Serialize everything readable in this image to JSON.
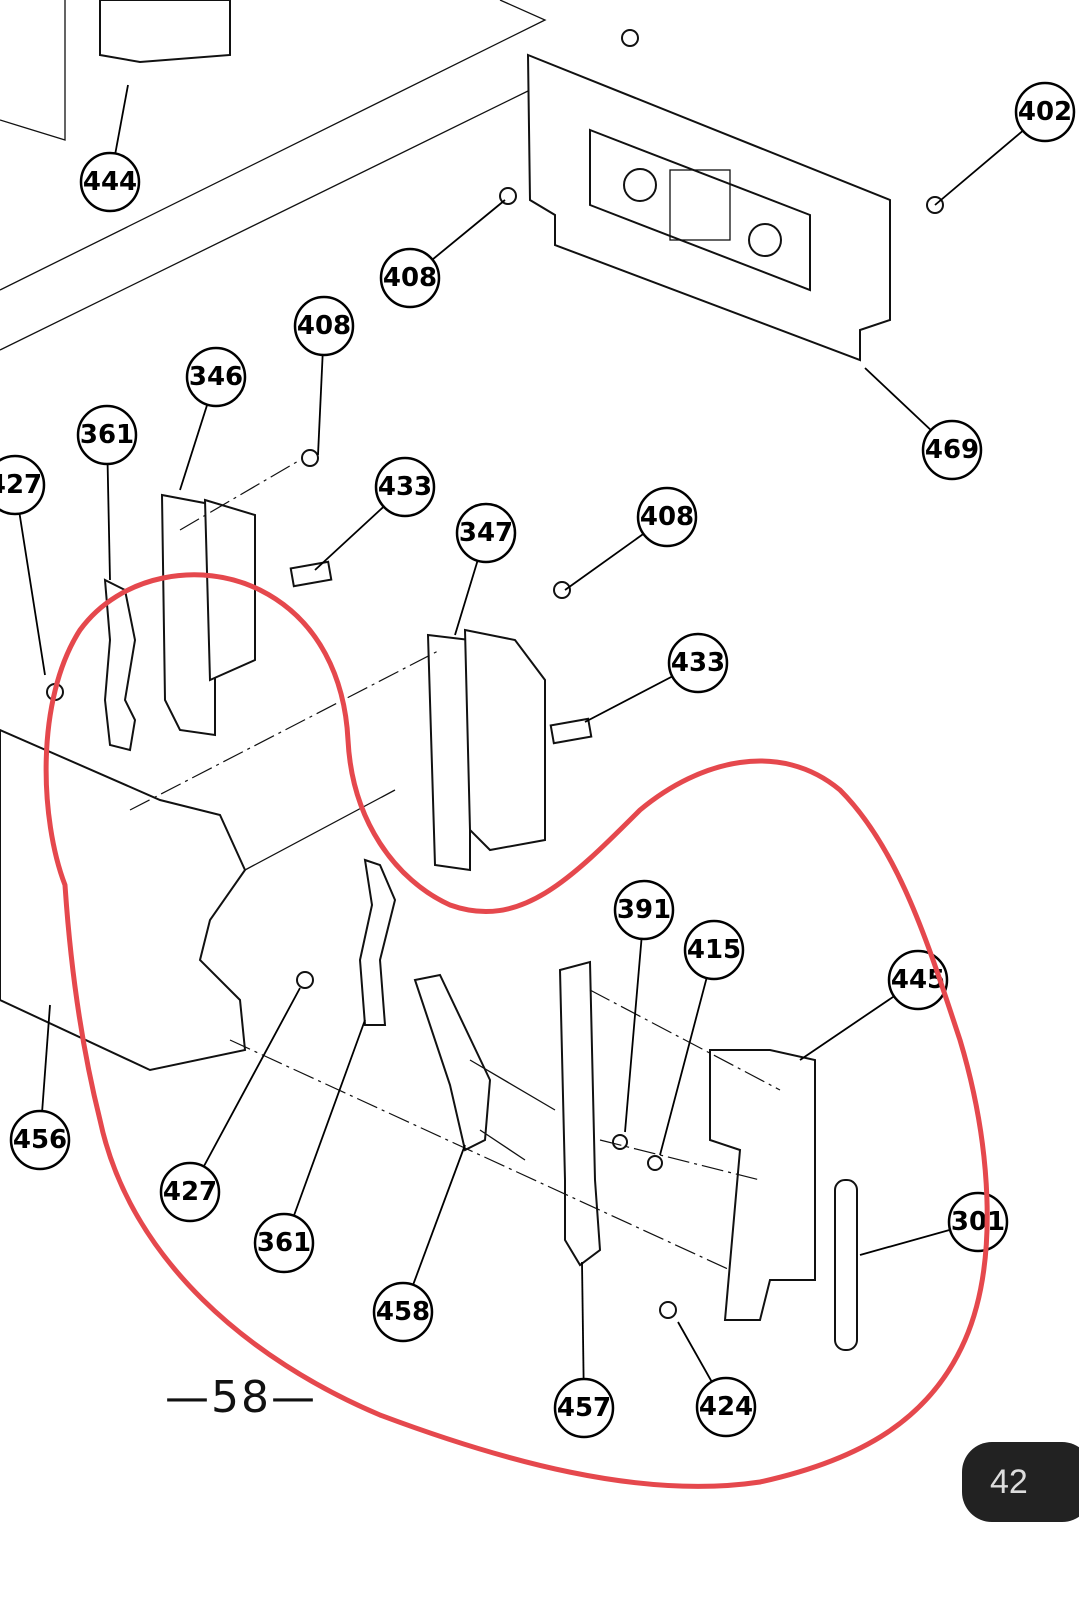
{
  "diagram": {
    "callouts": [
      "444",
      "408",
      "402",
      "469",
      "408",
      "346",
      "361",
      "427",
      "433",
      "347",
      "408",
      "433",
      "391",
      "415",
      "445",
      "301",
      "456",
      "427",
      "361",
      "458",
      "457",
      "424"
    ],
    "page_number": "—58—",
    "annotation_color": "#e5484d"
  },
  "viewer": {
    "page_badge": "42"
  }
}
